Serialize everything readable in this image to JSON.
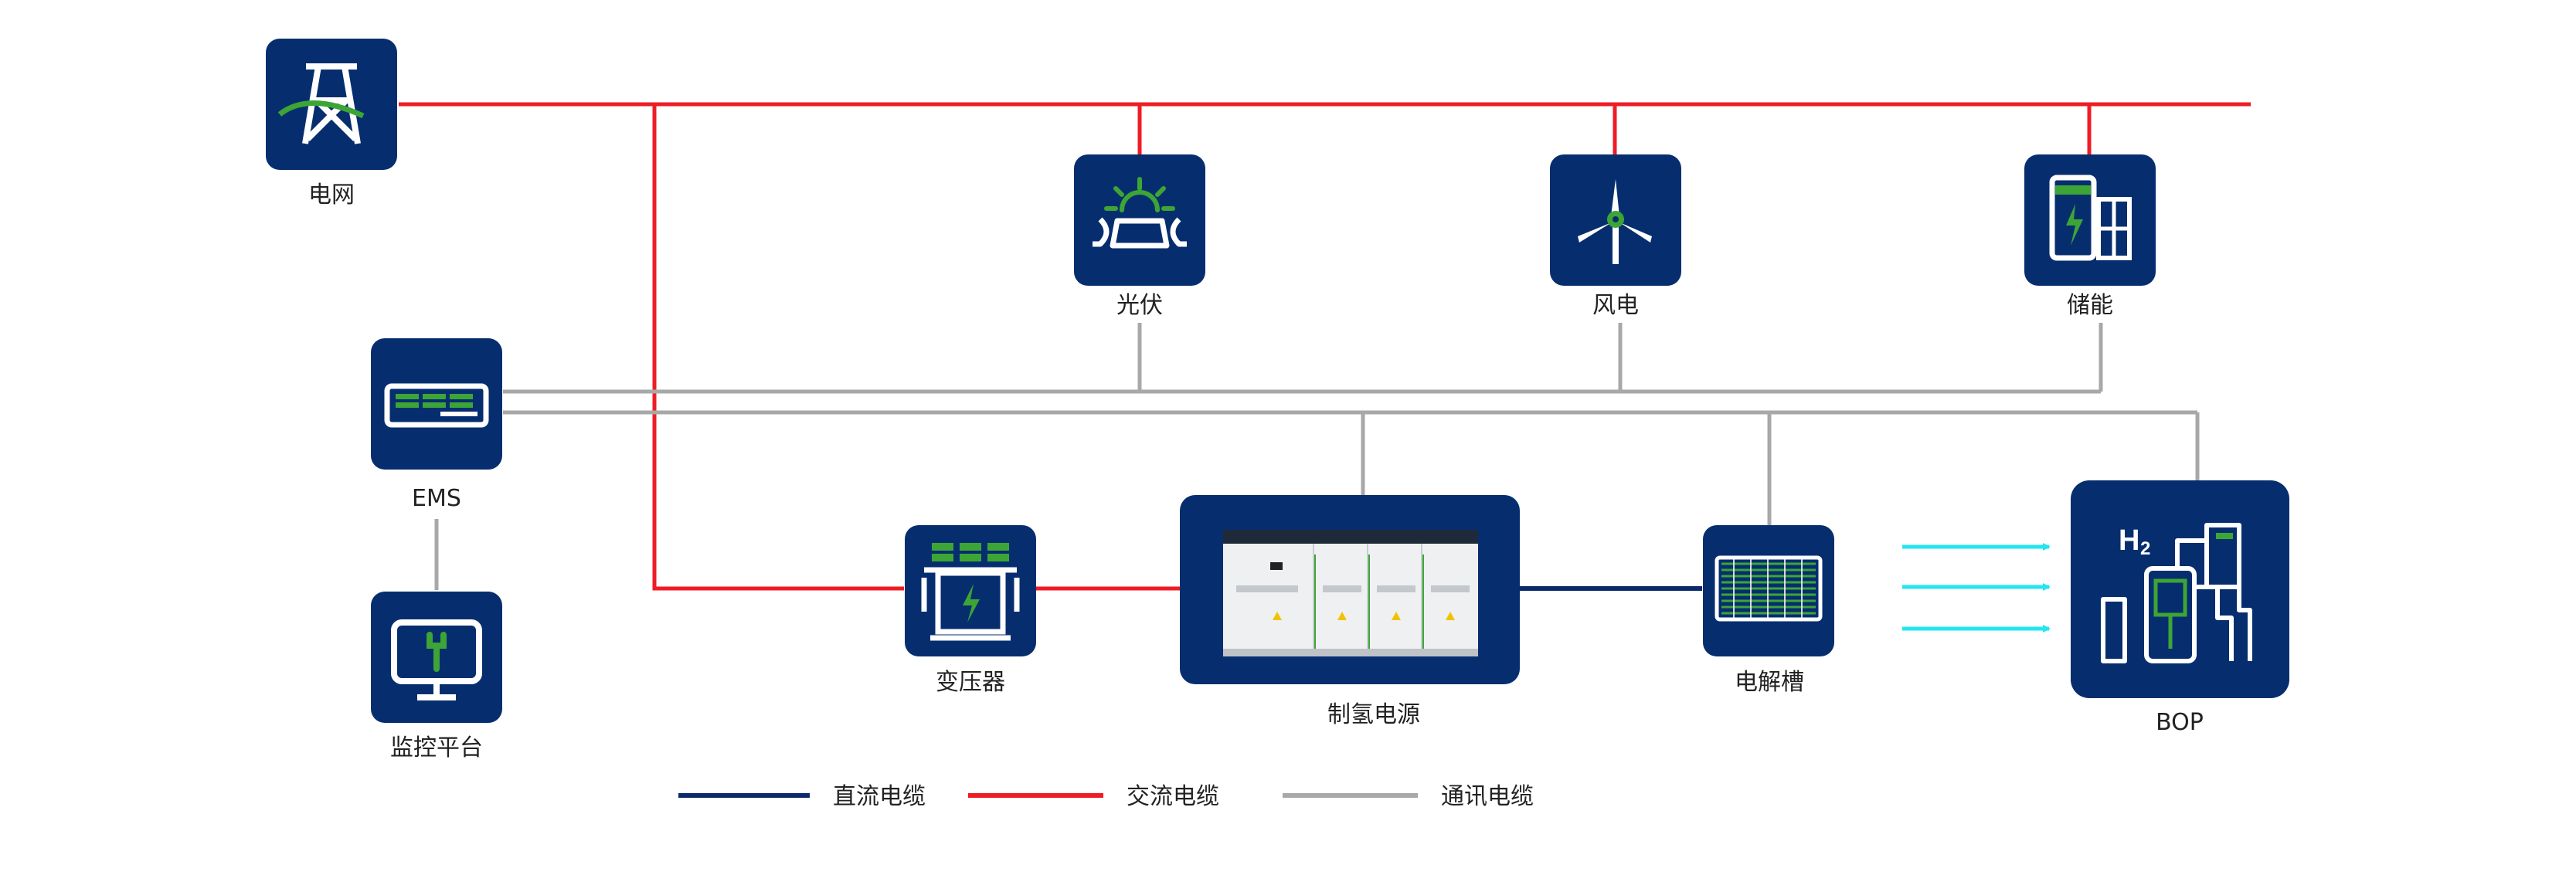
{
  "colors": {
    "dc_cable": "#0b2a6b",
    "ac_cable": "#ee1c25",
    "comm_cable": "#a8a8a8",
    "icon_bg": "#062e6f",
    "accent_green": "#3da535",
    "flow_arrow": "#22e6f0"
  },
  "nodes": {
    "grid": {
      "label": "电网",
      "icon": "power-tower-icon"
    },
    "pv": {
      "label": "光伏",
      "icon": "solar-panel-icon"
    },
    "wind": {
      "label": "风电",
      "icon": "wind-turbine-icon"
    },
    "storage": {
      "label": "储能",
      "icon": "battery-storage-icon"
    },
    "ems": {
      "label": "EMS",
      "icon": "ems-rack-icon"
    },
    "monitor": {
      "label": "监控平台",
      "icon": "monitor-wrench-icon"
    },
    "transformer": {
      "label": "变压器",
      "icon": "transformer-icon"
    },
    "power_supply": {
      "label": "制氢电源",
      "icon": "cabinet-product-image"
    },
    "electrolyzer": {
      "label": "电解槽",
      "icon": "electrolyzer-icon"
    },
    "bop": {
      "label": "BOP",
      "icon": "hydrogen-plant-icon",
      "h2_text": "H",
      "h2_sub": "2"
    }
  },
  "legend": {
    "dc": "直流电缆",
    "ac": "交流电缆",
    "comm": "通讯电缆"
  }
}
